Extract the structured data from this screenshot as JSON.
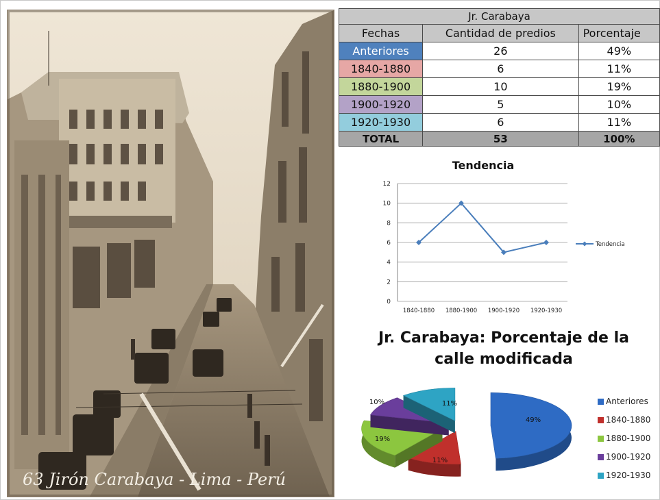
{
  "photo": {
    "caption": "63 Jirón Carabaya - Lima - Perú"
  },
  "table": {
    "title": "Jr. Carabaya",
    "headers": [
      "Fechas",
      "Cantidad de predios",
      "Porcentaje"
    ],
    "rows": [
      {
        "fecha": "Anteriores",
        "cantidad": "26",
        "porcentaje": "49%",
        "color": "#4f81bd"
      },
      {
        "fecha": "1840-1880",
        "cantidad": "6",
        "porcentaje": "11%",
        "color": "#e6a7a5"
      },
      {
        "fecha": "1880-1900",
        "cantidad": "10",
        "porcentaje": "19%",
        "color": "#c3d69b"
      },
      {
        "fecha": "1900-1920",
        "cantidad": "5",
        "porcentaje": "10%",
        "color": "#b3a2c7"
      },
      {
        "fecha": "1920-1930",
        "cantidad": "6",
        "porcentaje": "11%",
        "color": "#93cddd"
      }
    ],
    "total": {
      "label": "TOTAL",
      "cantidad": "53",
      "porcentaje": "100%"
    }
  },
  "chart_data": [
    {
      "type": "line",
      "title": "Tendencia",
      "categories": [
        "1840-1880",
        "1880-1900",
        "1900-1920",
        "1920-1930"
      ],
      "series": [
        {
          "name": "Tendencia",
          "values": [
            6,
            10,
            5,
            6
          ],
          "color": "#4a7ebb"
        }
      ],
      "ylim": [
        0,
        12
      ],
      "yticks": [
        "0",
        "2",
        "4",
        "6",
        "8",
        "10",
        "12"
      ],
      "grid": true,
      "legend": "right"
    },
    {
      "type": "pie",
      "title": "Jr. Carabaya: Porcentaje de la calle modificada",
      "labels": [
        "Anteriores",
        "1840-1880",
        "1880-1900",
        "1900-1920",
        "1920-1930"
      ],
      "values": [
        49,
        11,
        19,
        10,
        11
      ],
      "value_labels": [
        "49%",
        "11%",
        "19%",
        "10%",
        "11%"
      ],
      "colors": [
        "#2e6bc4",
        "#c0302c",
        "#8cc63f",
        "#6a3e9c",
        "#2ea4c4"
      ],
      "legend": "right",
      "style": "3d-exploded"
    }
  ]
}
